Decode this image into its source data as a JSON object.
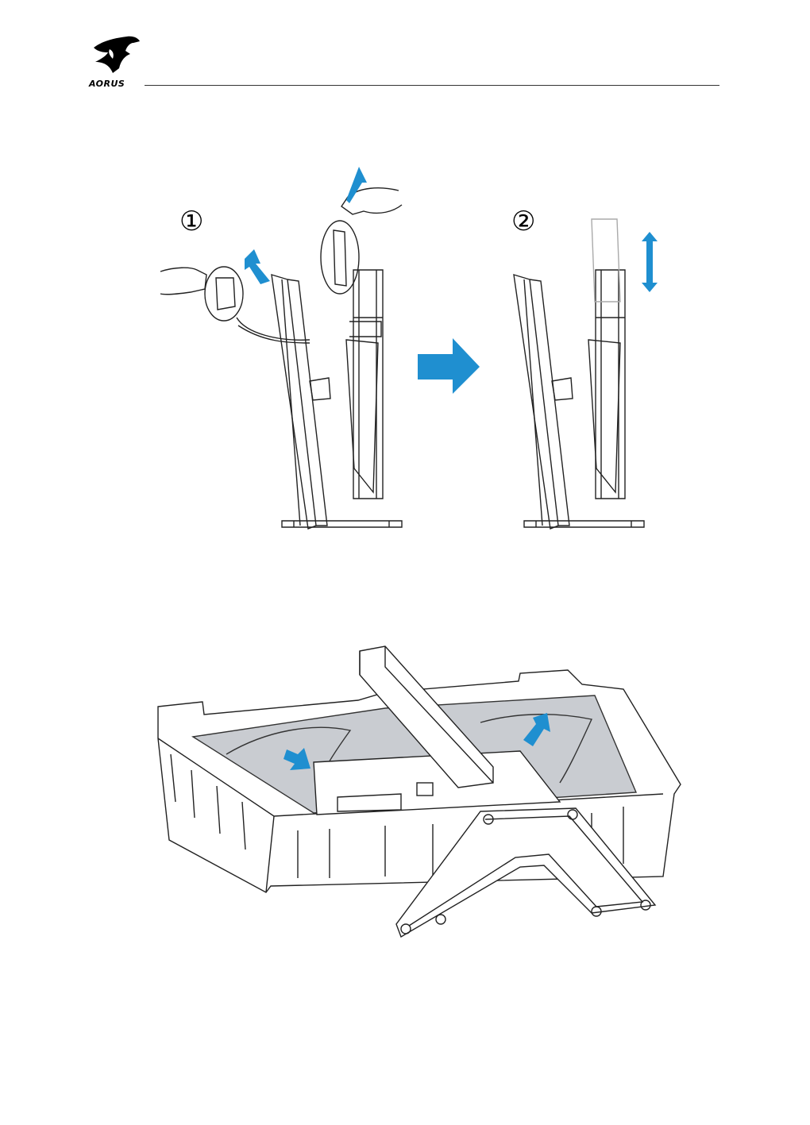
{
  "header": {
    "brand": "AORUS"
  },
  "figure1": {
    "step1_label": "①",
    "step2_label": "②"
  },
  "colors": {
    "arrow_blue": "#1f8fd0",
    "line": "#222222",
    "film": "#c9ccd1"
  },
  "icons": [
    "aorus-eagle-logo",
    "up-arrow-icon",
    "right-arrow-icon",
    "double-arrow-icon"
  ]
}
